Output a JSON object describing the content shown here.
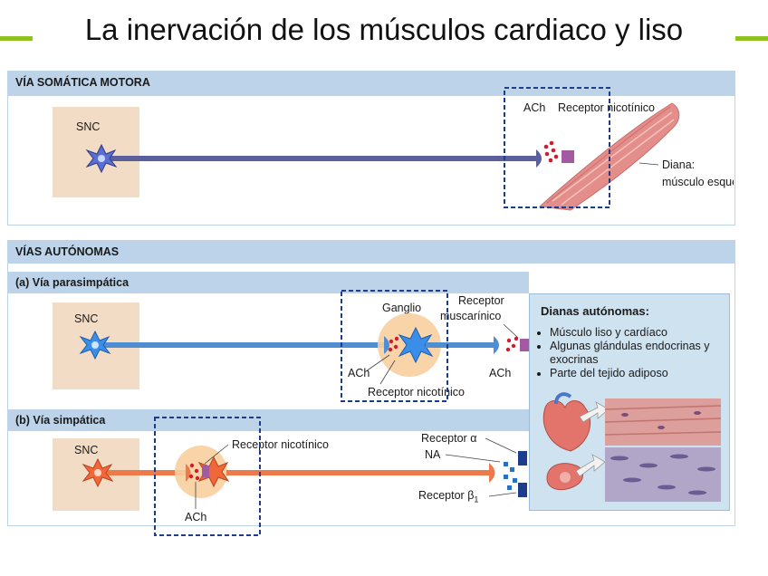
{
  "title": "La inervación de los músculos cardiaco y liso",
  "somatic": {
    "header": "VÍA SOMÁTICA MOTORA",
    "snc": "SNC",
    "ach": "ACh",
    "receptor": "Receptor nicotínico",
    "target_line1": "Diana:",
    "target_line2": "músculo esquelético"
  },
  "autonomic": {
    "header": "VÍAS AUTÓNOMAS",
    "para": {
      "header": "(a) Vía parasimpática",
      "snc": "SNC",
      "ganglion": "Ganglio",
      "ach_left": "ACh",
      "ach_right": "ACh",
      "receptor_nic": "Receptor nicotínico",
      "receptor_mus_1": "Receptor",
      "receptor_mus_2": "muscarínico"
    },
    "symp": {
      "header": "(b) Vía simpática",
      "snc": "SNC",
      "receptor_nic": "Receptor nicotínico",
      "ach": "ACh",
      "receptor_alpha": "Receptor α",
      "na": "NA",
      "receptor_beta": "Receptor β",
      "receptor_beta_sub": "1"
    },
    "targets": {
      "title": "Dianas autónomas:",
      "items": [
        "Músculo liso y cardíaco",
        "Algunas glándulas endocrinas y exocrinas",
        "Parte del tejido adiposo"
      ]
    }
  },
  "colors": {
    "title_accent": "#8ec31f",
    "somatic_axon": "#5b5f9c",
    "para_axon": "#4f8fd1",
    "symp_axon": "#ee7a4c",
    "muscle": "#e38e8a",
    "band": "#bcd3ea",
    "dashed_box": "#1d3c8c"
  }
}
